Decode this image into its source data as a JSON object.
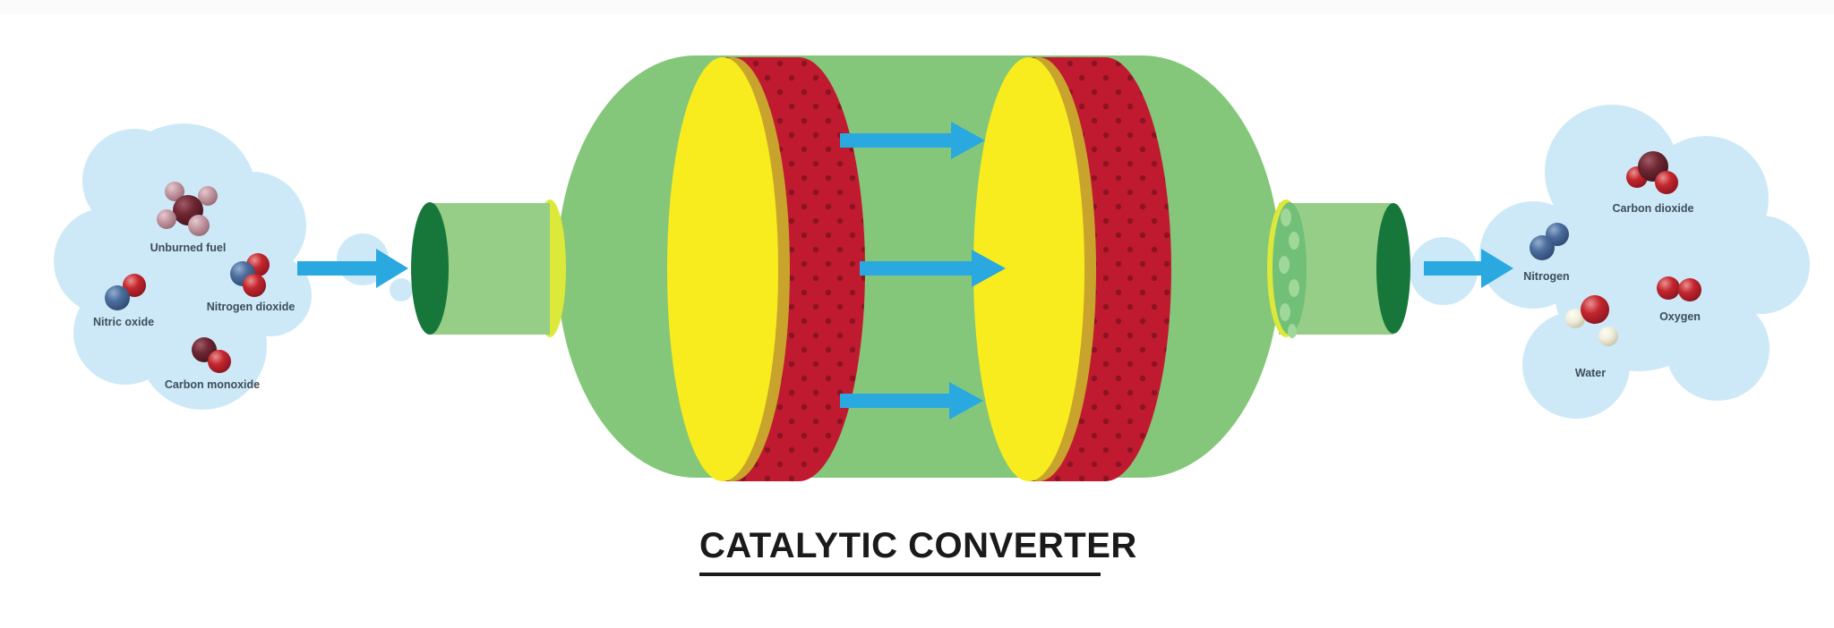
{
  "title": "CATALYTIC CONVERTER",
  "inlet": {
    "description": "exhaust-gas-cloud-entering",
    "molecules": [
      {
        "name": "Unburned fuel"
      },
      {
        "name": "Nitric oxide"
      },
      {
        "name": "Nitrogen dioxide"
      },
      {
        "name": "Carbon monoxide"
      }
    ]
  },
  "outlet": {
    "description": "clean-gas-cloud-exiting",
    "molecules": [
      {
        "name": "Carbon dioxide"
      },
      {
        "name": "Nitrogen"
      },
      {
        "name": "Oxygen"
      },
      {
        "name": "Water"
      }
    ]
  },
  "flow_arrows": {
    "count": 5,
    "direction": "left-to-right"
  },
  "colors": {
    "cloud_blue": "#cde9f7",
    "flow_arrow_blue": "#2aa9e0",
    "body_green": "#85c77a",
    "pipe_green": "#96ce88",
    "pipe_end_dark_green": "#17773b",
    "flange_ring_yellow": "#dce93a",
    "substrate_face_yellow": "#f8ec1e",
    "substrate_rim_mustard": "#c9a42c",
    "catalyst_red": "#c01a30",
    "catalyst_dot_red": "#8c1322",
    "honeycomb_green": "#72bf78",
    "honeycomb_cell_green": "#9fd89a",
    "label_text": "#3d4d59",
    "title_text": "#1a1a1a"
  },
  "molecule_colors": {
    "carbon_dark_maroon": "#6e2733",
    "oxygen_red": "#c4272e",
    "nitrogen_blue": "#4c6e9e",
    "hydrogen_pink": "#c499a3",
    "hydrogen_white": "#f0eddc"
  }
}
